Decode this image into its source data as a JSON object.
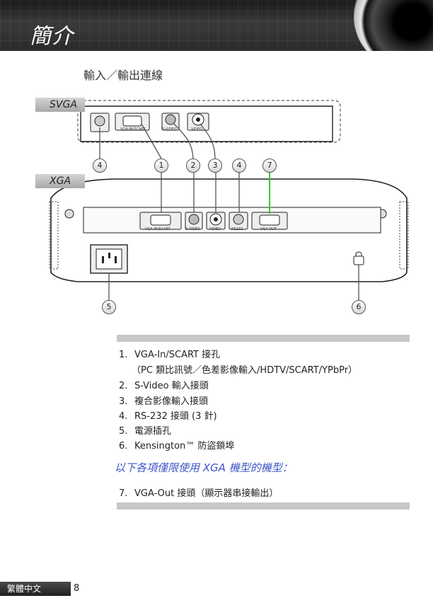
{
  "header": {
    "title": "簡介"
  },
  "section_title": "輸入／輸出連線",
  "tabs": {
    "svga": "SVGA",
    "xga": "XGA"
  },
  "callouts": [
    "4",
    "1",
    "2",
    "3",
    "4",
    "7",
    "5",
    "6"
  ],
  "port_labels": {
    "vga_in": "VGA-IN/SCART",
    "svideo": "S-VIDEO",
    "video": "VIDEO",
    "rs232": "RS232",
    "vga_out": "VGA OUT"
  },
  "list": [
    {
      "num": "1.",
      "text": "VGA-In/SCART 接孔"
    },
    {
      "num": "",
      "text": "（PC 類比訊號／色差影像輸入/HDTV/SCART/YPbPr）"
    },
    {
      "num": "2.",
      "text": "S-Video 輸入接頭"
    },
    {
      "num": "3.",
      "text": "複合影像輸入接頭"
    },
    {
      "num": "4.",
      "text": "RS-232 接頭 (3 針)"
    },
    {
      "num": "5.",
      "text": "電源插孔"
    },
    {
      "num": "6.",
      "text": "Kensington™ 防盜鎖埠"
    }
  ],
  "note": "以下各項僅限使用 XGA 機型的機型：",
  "list2": {
    "num": "7.",
    "text": "VGA-Out 接頭（顯示器串接輸出）"
  },
  "footer": {
    "language": "繁體中文",
    "page": "8"
  }
}
